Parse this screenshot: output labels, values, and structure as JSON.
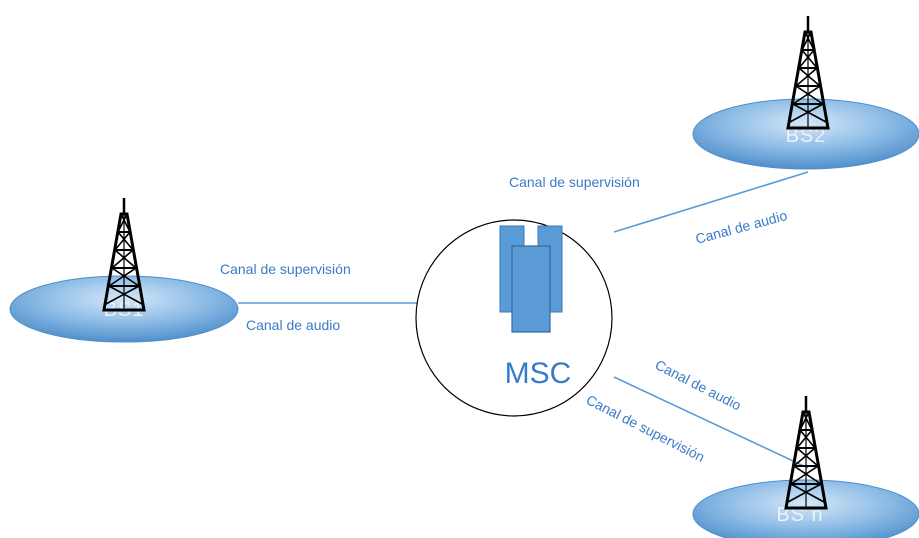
{
  "msc": {
    "label": "MSC"
  },
  "stations": [
    {
      "id": "bs1",
      "label": "BS1"
    },
    {
      "id": "bs2",
      "label": "BS2"
    },
    {
      "id": "bsn",
      "label": "BS n"
    }
  ],
  "links": {
    "bs1": {
      "supervision": "Canal de supervisión",
      "audio": "Canal de audio"
    },
    "bs2": {
      "supervision": "Canal de supervisión",
      "audio": "Canal de audio"
    },
    "bsn": {
      "audio": "Canal de audio",
      "supervision": "Canal de supervisión"
    }
  },
  "colors": {
    "link_line": "#5b9bd5",
    "link_text": "#3a7bc8",
    "disc": "#6aa6db",
    "server": "#5b9bd5",
    "tower": "#000000"
  }
}
